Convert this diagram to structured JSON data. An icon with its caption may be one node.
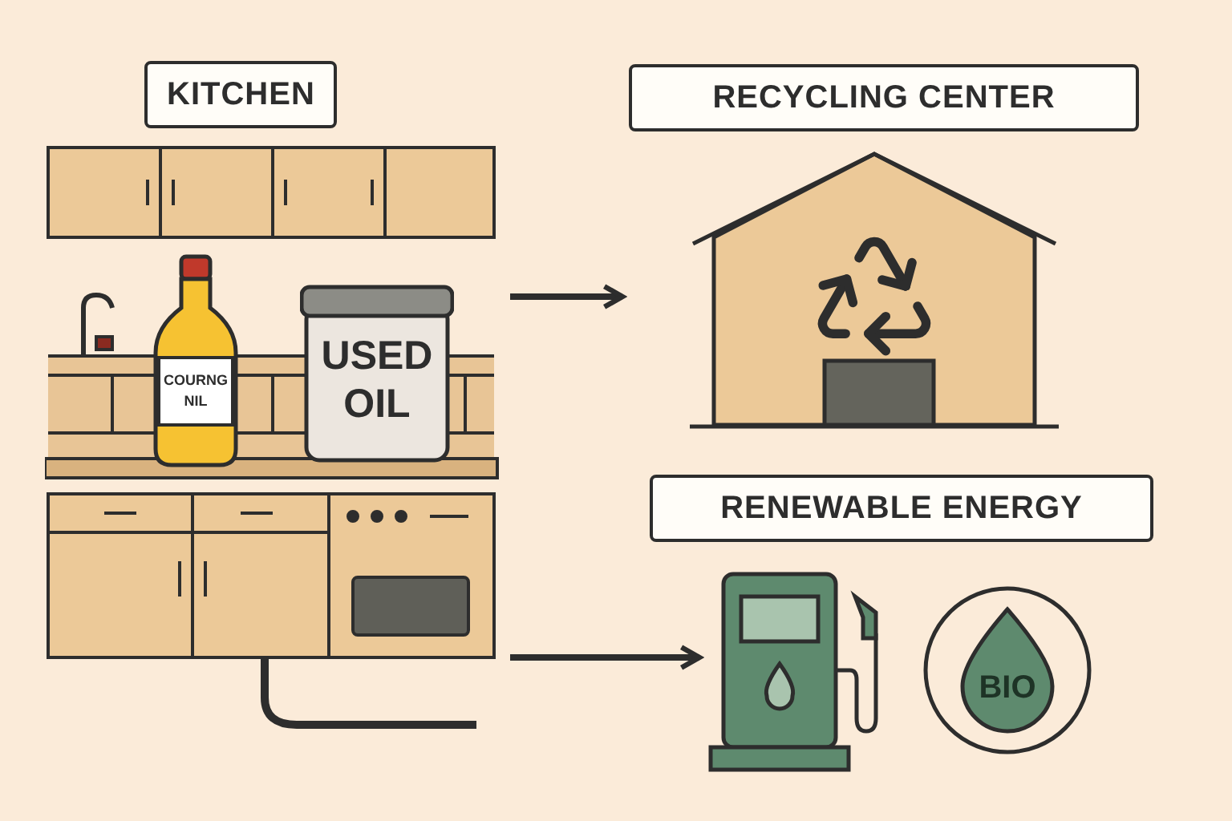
{
  "diagram": {
    "nodes": [
      {
        "text": [
          "KITCHEN"
        ]
      },
      {
        "text": [
          "COURNG NIL"
        ],
        "in": 0
      },
      {
        "text": [
          "USED OIL"
        ],
        "in": 0
      },
      {
        "text": [
          "RECYCLING CENTER"
        ]
      },
      {
        "text": [
          "RENEWABLE ENERGY"
        ]
      },
      {
        "text": [],
        "shape": "picture"
      },
      {
        "text": [
          "BIO"
        ]
      }
    ],
    "edges": [
      {
        "from": 0,
        "to": 3,
        "arrow": "to"
      },
      {
        "from": 0,
        "to": 5,
        "arrow": "to"
      }
    ]
  }
}
